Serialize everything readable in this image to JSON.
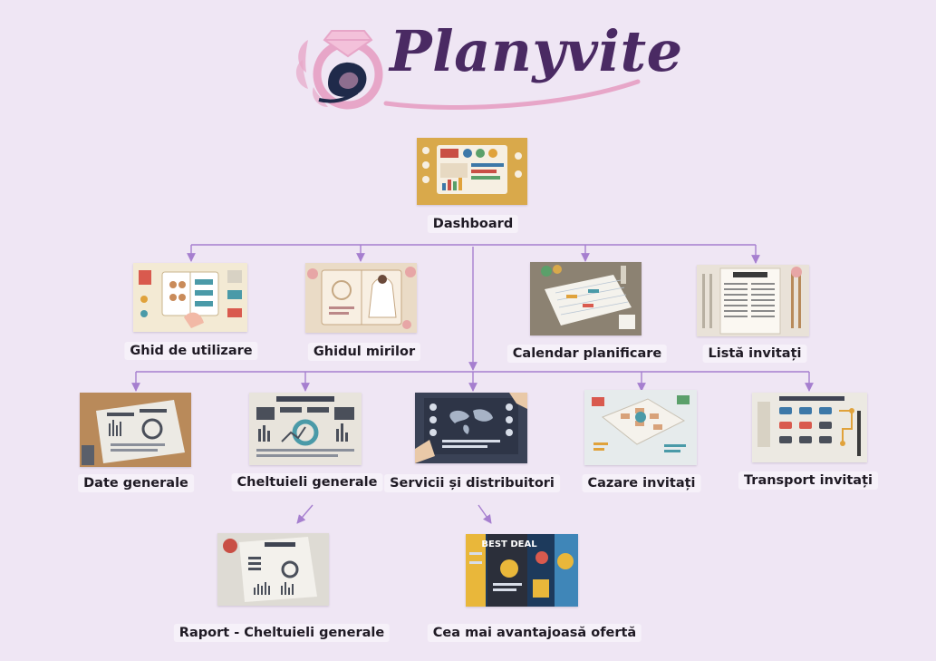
{
  "brand": {
    "name": "Planyvite",
    "colors": {
      "primary": "#4a2a63",
      "accent": "#e7a6c8",
      "navy": "#1f2a4a",
      "connector": "#a67fcf",
      "background": "#efe6f4"
    }
  },
  "nodes": {
    "dashboard": {
      "label": "Dashboard",
      "thumb_tone": "#d9a94b"
    },
    "ghid_utilizare": {
      "label": "Ghid de utilizare",
      "thumb_tone": "#f3ead4"
    },
    "ghidul_mirilor": {
      "label": "Ghidul mirilor",
      "thumb_tone": "#eadbc6"
    },
    "calendar": {
      "label": "Calendar planificare",
      "thumb_tone": "#8c8272"
    },
    "lista_invitati": {
      "label": "Listă invitați",
      "thumb_tone": "#e9e2d8"
    },
    "date_generale": {
      "label": "Date generale",
      "thumb_tone": "#b98a5a"
    },
    "cheltuieli": {
      "label": "Cheltuieli generale",
      "thumb_tone": "#e8e4dc"
    },
    "servicii": {
      "label": "Servicii și distribuitori",
      "thumb_tone": "#3a4256"
    },
    "cazare": {
      "label": "Cazare invitați",
      "thumb_tone": "#e6ebec"
    },
    "transport": {
      "label": "Transport invitați",
      "thumb_tone": "#ece9e2"
    },
    "raport": {
      "label": "Raport - Cheltuieli generale",
      "thumb_tone": "#dedbd4"
    },
    "oferta": {
      "label": "Cea mai avantajoasă ofertă",
      "thumb_tone": "#1d3a5c",
      "badge": "BEST DEAL"
    }
  },
  "icons": [
    "ring-icon",
    "rose-icon",
    "arrow-icon"
  ]
}
